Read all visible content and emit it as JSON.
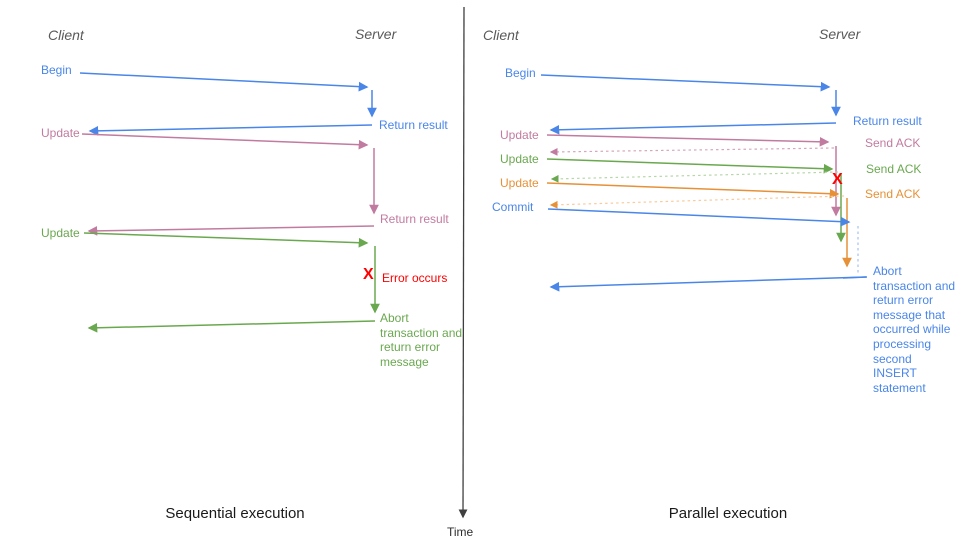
{
  "colors": {
    "blue": "#4a86e8",
    "pink": "#c27ba0",
    "green": "#6aa84f",
    "orange": "#e69138",
    "red": "#ff0000",
    "blue_light": "#a4c2f4",
    "pink_light": "#d5a6bd",
    "green_light": "#b6d7a8",
    "orange_light": "#f9cb9c"
  },
  "timeline": {
    "label": "Time"
  },
  "left": {
    "title": "Sequential execution",
    "client_header": "Client",
    "server_header": "Server",
    "labels": {
      "begin": "Begin",
      "return_result_1": "Return result",
      "update_1": "Update",
      "return_result_2": "Return result",
      "update_2": "Update",
      "error_mark": "X",
      "error": "Error occurs",
      "abort": "Abort transaction and return error message"
    }
  },
  "right": {
    "title": "Parallel execution",
    "client_header": "Client",
    "server_header": "Server",
    "labels": {
      "begin": "Begin",
      "return_result": "Return result",
      "update_1": "Update",
      "send_ack_1": "Send ACK",
      "update_2": "Update",
      "send_ack_2": "Send ACK",
      "update_3": "Update",
      "send_ack_3": "Send ACK",
      "commit": "Commit",
      "error_mark": "X",
      "abort": "Abort transaction and return error message that occurred while processing second INSERT statement"
    }
  }
}
